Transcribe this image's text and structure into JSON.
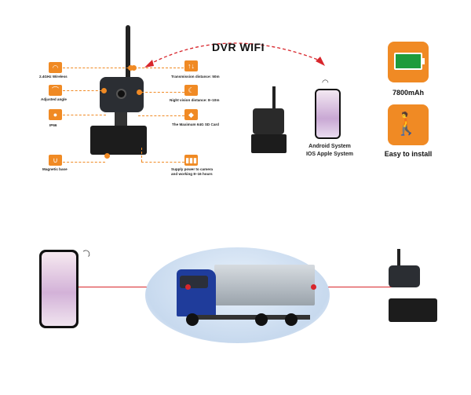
{
  "title": "DVR WIFI",
  "features_left": [
    {
      "icon": "wifi-icon",
      "label": "2.4GHz Wireless"
    },
    {
      "icon": "angle-icon",
      "label": "Adjusted angle"
    },
    {
      "icon": "water-drop-icon",
      "label": "IP66"
    },
    {
      "icon": "magnet-icon",
      "label": "Magnetic base"
    }
  ],
  "features_right": [
    {
      "icon": "distance-icon",
      "label": "Transmission distance: 50m"
    },
    {
      "icon": "night-vision-icon",
      "label": "Night vision distance: 8~10m"
    },
    {
      "icon": "sd-card-icon",
      "label": "The Maximum 64G SD Card"
    },
    {
      "icon": "battery-icon",
      "label": "Supply power to camera",
      "label2": "and working 8~16 hours"
    }
  ],
  "phone_caption": [
    "Android System",
    "IOS Apple System"
  ],
  "battery_label": "7800mAh",
  "install_label": "Easy to install",
  "colors": {
    "accent": "#f08a24",
    "link": "#d8262c",
    "battery": "#1e9b3c"
  }
}
